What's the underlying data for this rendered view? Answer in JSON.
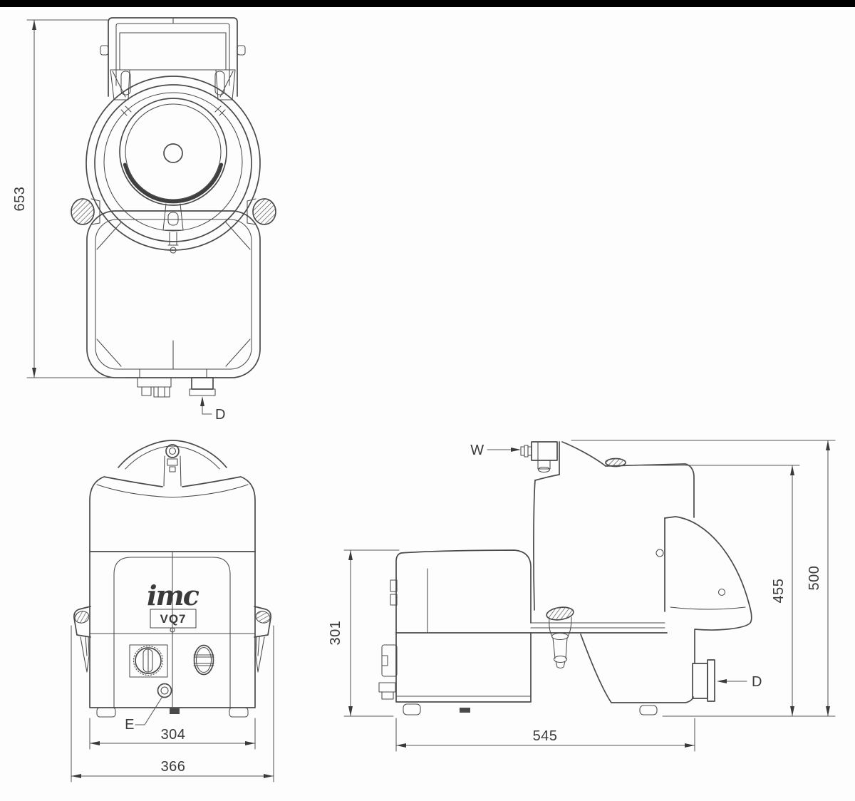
{
  "page": {
    "background": "#fdfdfd",
    "line_color": "#4a4a4a",
    "text_color": "#3a3a3a",
    "top_bar_color": "#000000"
  },
  "drawing": {
    "brand_logo": "imc",
    "model": "VQ7",
    "top_view": {
      "height_dim": "653",
      "drain_label": "D"
    },
    "front_view": {
      "logo": "imc",
      "model": "VQ7",
      "service_point_label": "E",
      "body_width_dim": "304",
      "overall_width_dim": "366"
    },
    "side_view": {
      "water_inlet_label": "W",
      "drain_label": "D",
      "base_height_dim": "301",
      "depth_dim": "545",
      "bowl_height_dim": "455",
      "overall_height_dim": "500"
    }
  }
}
